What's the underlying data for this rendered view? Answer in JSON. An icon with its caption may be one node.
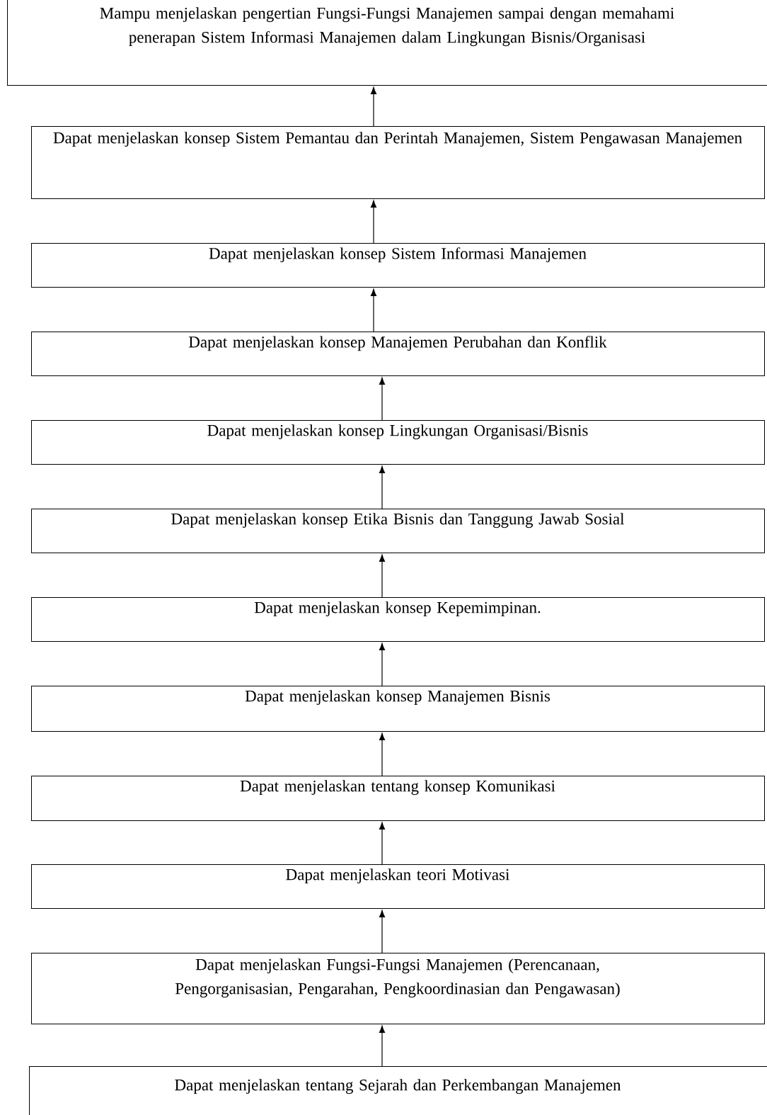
{
  "diagram": {
    "nodes": [
      {
        "text": [
          "Mampu menjelaskan pengertian Fungsi-Fungsi Manajemen sampai dengan memahami penerapan Sistem Informasi Manajemen dalam Lingkungan Bisnis/Organisasi"
        ]
      },
      {
        "text": [
          "Dapat menjelaskan konsep Sistem Pemantau dan Perintah Manajemen, Sistem Pengawasan Manajemen"
        ]
      },
      {
        "text": [
          "Dapat menjelaskan konsep Sistem Informasi Manajemen"
        ]
      },
      {
        "text": [
          "Dapat menjelaskan konsep Manajemen Perubahan dan Konflik"
        ]
      },
      {
        "text": [
          "Dapat menjelaskan konsep Lingkungan Organisasi/Bisnis"
        ]
      },
      {
        "text": [
          "Dapat menjelaskan konsep Etika Bisnis dan Tanggung Jawab Sosial"
        ]
      },
      {
        "text": [
          "Dapat menjelaskan konsep Kepemimpinan."
        ]
      },
      {
        "text": [
          "Dapat menjelaskan konsep Manajemen Bisnis"
        ]
      },
      {
        "text": [
          "Dapat menjelaskan tentang konsep Komunikasi"
        ]
      },
      {
        "text": [
          "Dapat menjelaskan teori Motivasi"
        ]
      },
      {
        "text": [
          "Dapat menjelaskan Fungsi-Fungsi Manajemen (Perencanaan, Pengorganisasian, Pengarahan, Pengkoordinasian dan Pengawasan)"
        ]
      },
      {
        "text": [
          "Dapat menjelaskan tentang Sejarah dan Perkembangan Manajemen"
        ]
      }
    ],
    "edges": [
      {
        "from": 1,
        "to": 0,
        "arrow": "to"
      },
      {
        "from": 2,
        "to": 1,
        "arrow": "to"
      },
      {
        "from": 3,
        "to": 2,
        "arrow": "to"
      },
      {
        "from": 4,
        "to": 3,
        "arrow": "to"
      },
      {
        "from": 5,
        "to": 4,
        "arrow": "to"
      },
      {
        "from": 6,
        "to": 5,
        "arrow": "to"
      },
      {
        "from": 7,
        "to": 6,
        "arrow": "to"
      },
      {
        "from": 8,
        "to": 7,
        "arrow": "to"
      },
      {
        "from": 9,
        "to": 8,
        "arrow": "to"
      },
      {
        "from": 10,
        "to": 9,
        "arrow": "to"
      },
      {
        "from": 11,
        "to": 10,
        "arrow": "to"
      }
    ]
  }
}
